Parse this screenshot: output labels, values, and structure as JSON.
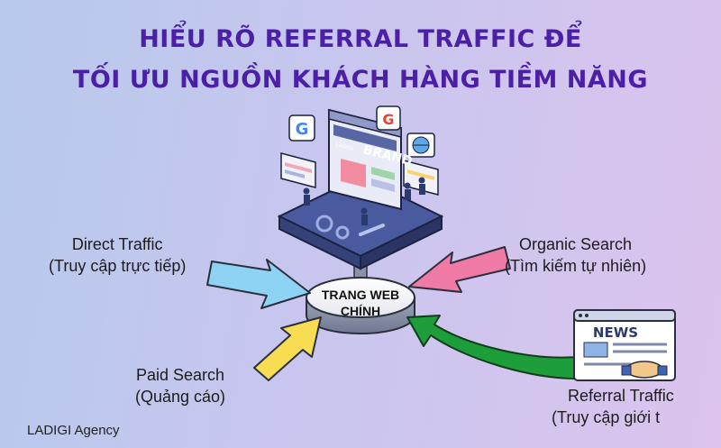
{
  "title": {
    "line1": "HIỂU RÕ REFERRAL TRAFFIC ĐỂ",
    "line2": "TỐI ƯU NGUỒN KHÁCH HÀNG TIỀM NĂNG"
  },
  "hub": {
    "line1": "TRANG WEB",
    "line2": "CHÍNH"
  },
  "platform": {
    "brand_text": "BRAND",
    "logo_text": "LADIGI"
  },
  "sources": {
    "direct": {
      "name": "Direct Traffic",
      "sub": "(Truy cập trực tiếp)",
      "arrow_color": "#8fd3f4"
    },
    "organic": {
      "name": "Organic Search",
      "sub": "(Tìm kiếm tự nhiên)",
      "arrow_color": "#f07aa6"
    },
    "paid": {
      "name": "Paid Search",
      "sub": "(Quảng cáo)",
      "arrow_color": "#f8dd52"
    },
    "referral": {
      "name": "Referral Traffic",
      "sub": "(Truy cập giới t",
      "arrow_color": "#1e9e3a"
    }
  },
  "news_icon": {
    "label": "NEWS"
  },
  "footer": {
    "agency": "LADIGI Agency"
  },
  "colors": {
    "title": "#4b1fa6",
    "platform_top": "#4a5a9e",
    "platform_side": "#35427a"
  }
}
